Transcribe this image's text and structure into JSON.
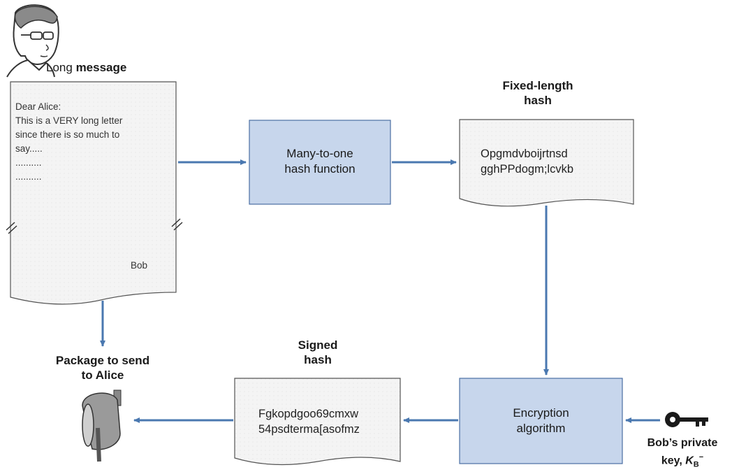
{
  "sender": {
    "caption_a": "Long",
    "caption_b": "message"
  },
  "letter": {
    "lines": [
      "Dear Alice:",
      "This is a VERY long letter",
      "since there is so much to",
      "say.....",
      "..........",
      ".........."
    ],
    "signature": "Bob"
  },
  "hash_function": {
    "line1": "Many-to-one",
    "line2": "hash function"
  },
  "fixed_hash": {
    "title1": "Fixed-length",
    "title2": "hash",
    "line1": "Opgmdvboijrtnsd",
    "line2": "gghPPdogm;lcvkb"
  },
  "encryption": {
    "line1": "Encryption",
    "line2": "algorithm"
  },
  "signed_hash": {
    "title1": "Signed",
    "title2": "hash",
    "line1": "Fgkopdgoo69cmxw",
    "line2": "54psdterma[asofmz"
  },
  "package": {
    "line1": "Package to send",
    "line2": "to Alice"
  },
  "private_key": {
    "line1": "Bob’s private",
    "line2_prefix": "key, ",
    "symbol": "K",
    "sub": "B",
    "sup": "−"
  },
  "colors": {
    "arrow": "#4a78b0",
    "box_fill": "#c7d6ec",
    "box_stroke": "#4b6fa3"
  }
}
